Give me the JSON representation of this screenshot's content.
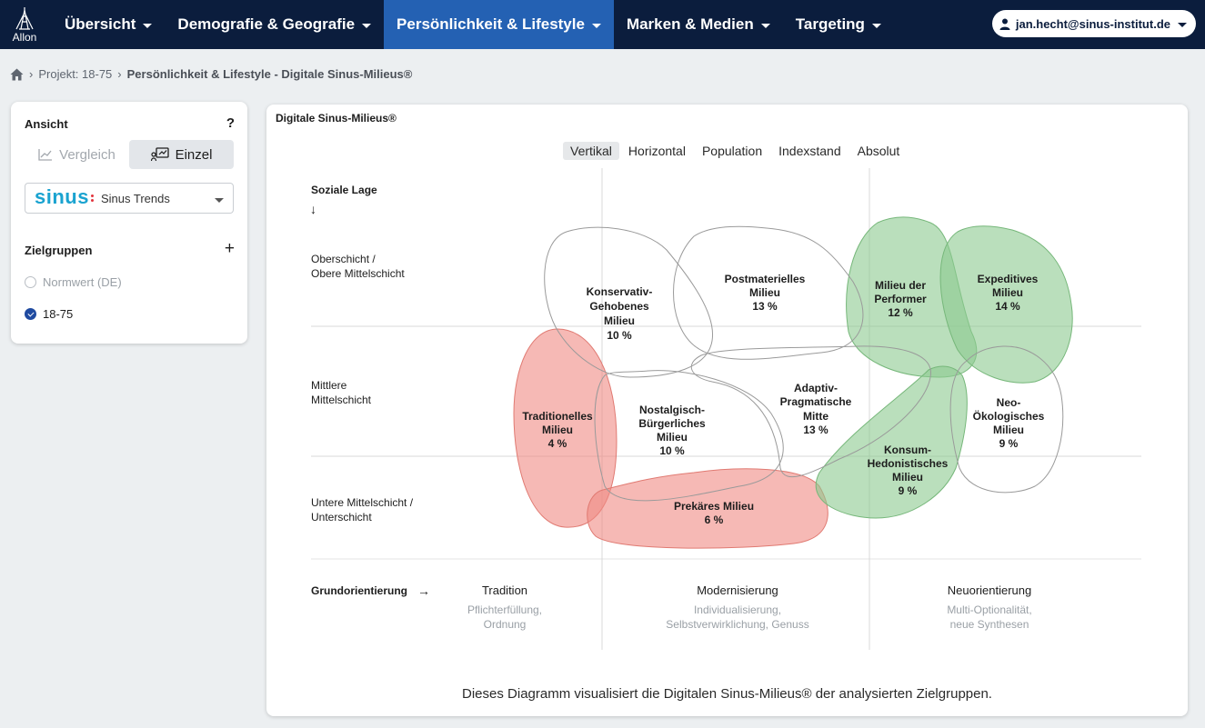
{
  "brand": {
    "logo_text": "Allon"
  },
  "nav": {
    "items": [
      {
        "label": "Übersicht"
      },
      {
        "label": "Demografie & Geografie"
      },
      {
        "label": "Persönlichkeit & Lifestyle"
      },
      {
        "label": "Marken & Medien"
      },
      {
        "label": "Targeting"
      }
    ],
    "active_index": 2,
    "user_email": "jan.hecht@sinus-institut.de"
  },
  "breadcrumb": {
    "project": "Projekt: 18-75",
    "current": "Persönlichkeit & Lifestyle - Digitale Sinus-Milieus®"
  },
  "sidebar": {
    "title": "Ansicht",
    "help": "?",
    "toggle": {
      "compare_label": "Vergleich",
      "single_label": "Einzel",
      "active": "single"
    },
    "dataset": {
      "logo_text": "sinus",
      "label": "Sinus Trends"
    },
    "target_groups_title": "Zielgruppen",
    "add_label": "+",
    "groups": [
      {
        "label": "Normwert (DE)",
        "checked": false
      },
      {
        "label": "18-75",
        "checked": true
      }
    ]
  },
  "main": {
    "title": "Digitale Sinus-Milieus®",
    "view_tabs": [
      "Vertikal",
      "Horizontal",
      "Population",
      "Indexstand",
      "Absolut"
    ],
    "active_tab": 0,
    "caption": "Dieses Diagramm visualisiert die Digitalen Sinus-Milieus® der analysierten Zielgruppen."
  },
  "diagram": {
    "y_axis_title": "Soziale Lage",
    "y_arrow": "↓",
    "rows": [
      {
        "line1": "Oberschicht /",
        "line2": "Obere Mittelschicht"
      },
      {
        "line1": "Mittlere",
        "line2": "Mittelschicht"
      },
      {
        "line1": "Untere Mittelschicht /",
        "line2": "Unterschicht"
      }
    ],
    "x_axis_title": "Grundorientierung",
    "x_arrow": "→",
    "columns": [
      {
        "title": "Tradition",
        "sub1": "Pflichterfüllung,",
        "sub2": "Ordnung"
      },
      {
        "title": "Modernisierung",
        "sub1": "Individualisierung,",
        "sub2": "Selbstverwirklichung, Genuss"
      },
      {
        "title": "Neuorientierung",
        "sub1": "Multi-Optionalität,",
        "sub2": "neue Synthesen"
      }
    ],
    "colors": {
      "red_fill": "#f08b84",
      "green_fill": "#8cc98f",
      "outline": "#9a9a9a"
    },
    "milieus": [
      {
        "id": "konservativ",
        "lines": [
          "Konservativ-",
          "Gehobenes",
          "Milieu"
        ],
        "value": "10 %",
        "highlight": "none"
      },
      {
        "id": "postmateriell",
        "lines": [
          "Postmaterielles",
          "Milieu"
        ],
        "value": "13 %",
        "highlight": "none"
      },
      {
        "id": "performer",
        "lines": [
          "Milieu der",
          "Performer"
        ],
        "value": "12 %",
        "highlight": "green"
      },
      {
        "id": "expeditiv",
        "lines": [
          "Expeditives",
          "Milieu"
        ],
        "value": "14 %",
        "highlight": "green"
      },
      {
        "id": "traditionell",
        "lines": [
          "Traditionelles",
          "Milieu"
        ],
        "value": "4 %",
        "highlight": "red"
      },
      {
        "id": "nostalgisch",
        "lines": [
          "Nostalgisch-",
          "Bürgerliches",
          "Milieu"
        ],
        "value": "10 %",
        "highlight": "none"
      },
      {
        "id": "adaptiv",
        "lines": [
          "Adaptiv-",
          "Pragmatische",
          "Mitte"
        ],
        "value": "13 %",
        "highlight": "none"
      },
      {
        "id": "neooeko",
        "lines": [
          "Neo-",
          "Ökologisches",
          "Milieu"
        ],
        "value": "9 %",
        "highlight": "none"
      },
      {
        "id": "konsum",
        "lines": [
          "Konsum-",
          "Hedonistisches",
          "Milieu"
        ],
        "value": "9 %",
        "highlight": "green"
      },
      {
        "id": "prekaer",
        "lines": [
          "Prekäres Milieu"
        ],
        "value": "6 %",
        "highlight": "red"
      }
    ]
  }
}
